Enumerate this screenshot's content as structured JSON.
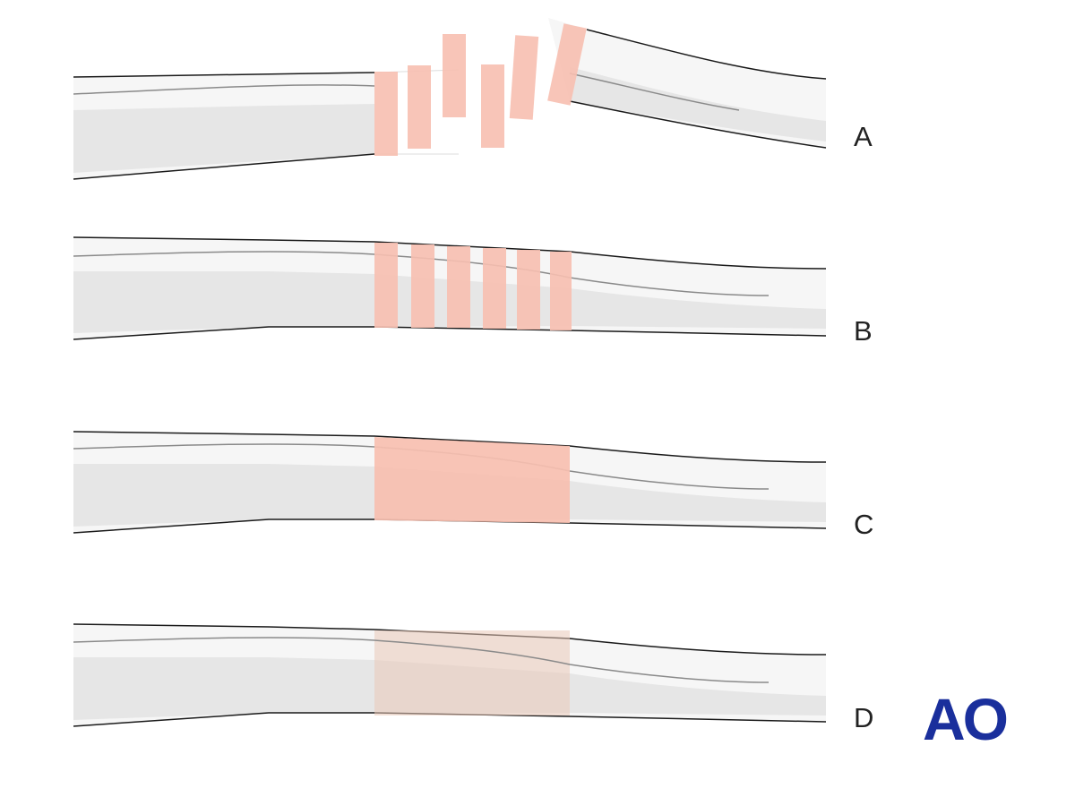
{
  "panels": [
    {
      "label": "A",
      "stage": "fragmented"
    },
    {
      "label": "B",
      "stage": "aligned-fragments"
    },
    {
      "label": "C",
      "stage": "callus"
    },
    {
      "label": "D",
      "stage": "remodeled"
    }
  ],
  "logo": {
    "text": "AO",
    "color": "#1a2f9c"
  },
  "colors": {
    "bone_outline": "#1a1a1a",
    "cortex": "#f6f6f6",
    "marrow": "#e6e6e6",
    "medullary_line": "#8a8a8a",
    "fragment": "#f7bfb0",
    "remodel_zone": "#e9c9b8"
  }
}
